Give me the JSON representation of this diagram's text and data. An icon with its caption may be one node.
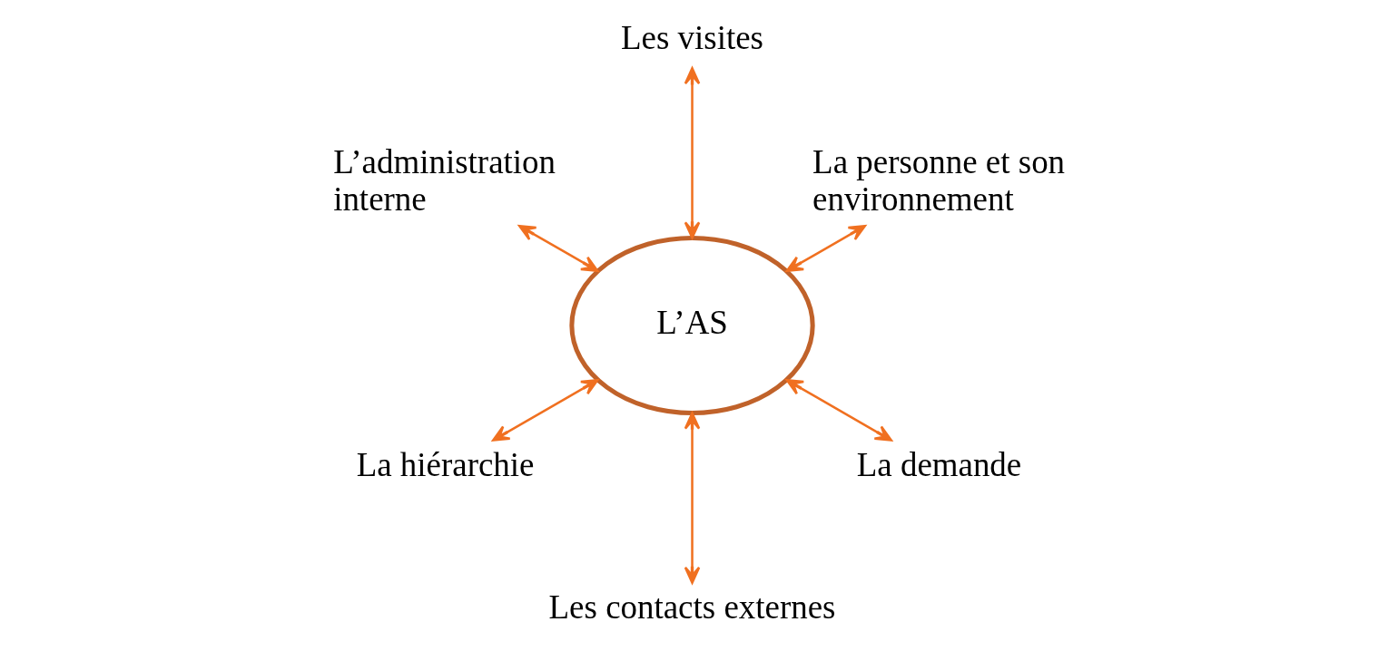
{
  "diagram": {
    "nodes": [
      {
        "text": [
          "L’AS"
        ]
      },
      {
        "text": [
          "La personne et son environnement"
        ]
      },
      {
        "text": [
          "Les visites"
        ]
      },
      {
        "text": [
          "L’administration interne"
        ]
      },
      {
        "text": [
          "La hiérarchie"
        ]
      },
      {
        "text": [
          "Les contacts externes"
        ]
      },
      {
        "text": [
          "La demande"
        ]
      }
    ],
    "edges": [
      {
        "from": 0,
        "to": 1,
        "arrow": "both"
      },
      {
        "from": 0,
        "to": 2,
        "arrow": "both"
      },
      {
        "from": 0,
        "to": 3,
        "arrow": "both"
      },
      {
        "from": 0,
        "to": 4,
        "arrow": "both"
      },
      {
        "from": 0,
        "to": 5,
        "arrow": "both"
      },
      {
        "from": 0,
        "to": 6,
        "arrow": "both"
      }
    ]
  }
}
